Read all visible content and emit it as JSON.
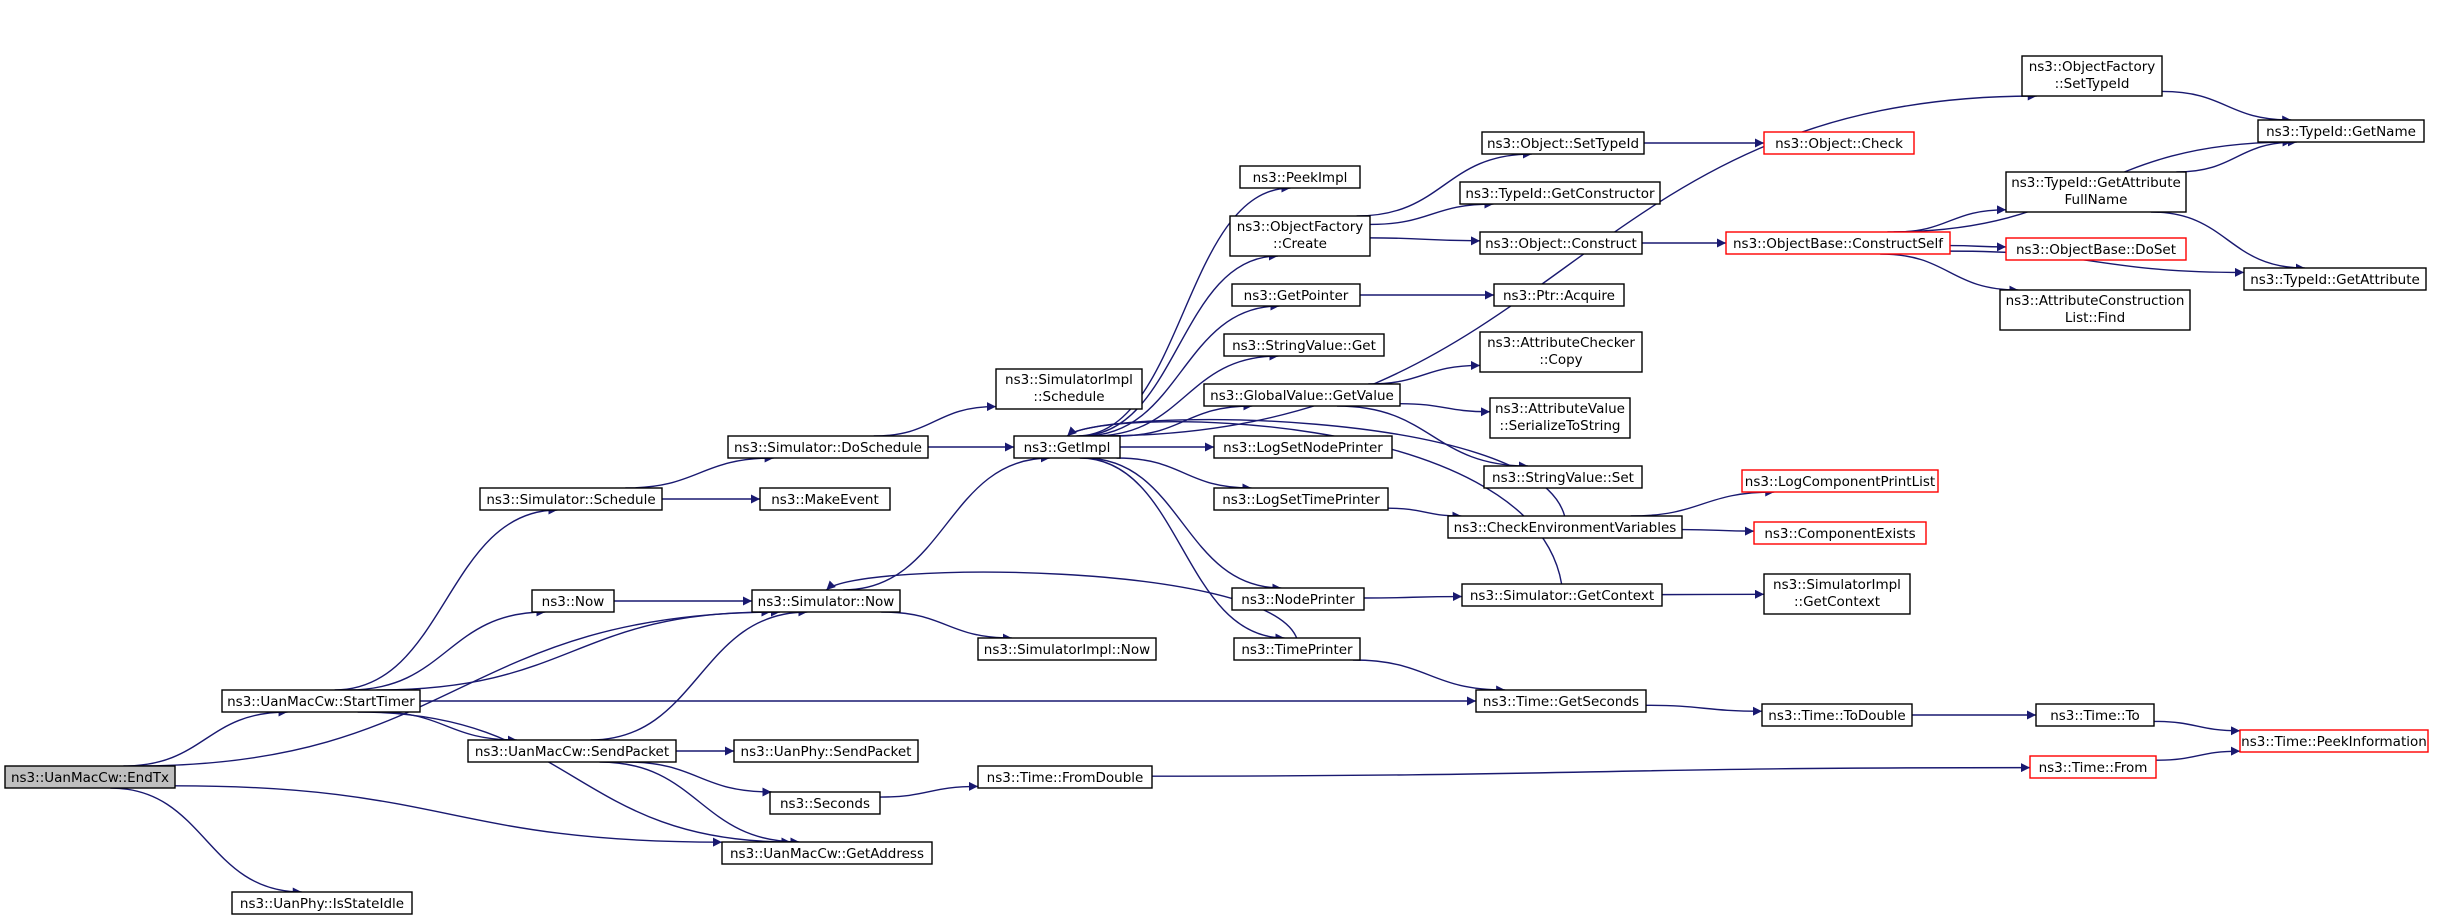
{
  "colors": {
    "edge": "#191970",
    "node_border": "#000000",
    "truncated_border": "#ff0000",
    "focus_fill": "#bfbfbf",
    "background": "#ffffff"
  },
  "nodes": [
    {
      "id": "EndTx",
      "lines": [
        "ns3::UanMacCw::EndTx"
      ],
      "style": "focus"
    },
    {
      "id": "StartTimer",
      "lines": [
        "ns3::UanMacCw::StartTimer"
      ],
      "style": "normal"
    },
    {
      "id": "IsStateIdle",
      "lines": [
        "ns3::UanPhy::IsStateIdle"
      ],
      "style": "normal"
    },
    {
      "id": "SimSchedule",
      "lines": [
        "ns3::Simulator::Schedule"
      ],
      "style": "normal"
    },
    {
      "id": "Now",
      "lines": [
        "ns3::Now"
      ],
      "style": "normal"
    },
    {
      "id": "SimNow",
      "lines": [
        "ns3::Simulator::Now"
      ],
      "style": "normal"
    },
    {
      "id": "SendPacket",
      "lines": [
        "ns3::UanMacCw::SendPacket"
      ],
      "style": "normal"
    },
    {
      "id": "GetAddress",
      "lines": [
        "ns3::UanMacCw::GetAddress"
      ],
      "style": "normal"
    },
    {
      "id": "DoSchedule",
      "lines": [
        "ns3::Simulator::DoSchedule"
      ],
      "style": "normal"
    },
    {
      "id": "MakeEvent",
      "lines": [
        "ns3::MakeEvent"
      ],
      "style": "normal"
    },
    {
      "id": "SimImplSchedule",
      "lines": [
        "ns3::SimulatorImpl",
        "::Schedule"
      ],
      "style": "normal"
    },
    {
      "id": "GetImpl",
      "lines": [
        "ns3::GetImpl"
      ],
      "style": "normal"
    },
    {
      "id": "SimImplNow",
      "lines": [
        "ns3::SimulatorImpl::Now"
      ],
      "style": "normal"
    },
    {
      "id": "PhySendPacket",
      "lines": [
        "ns3::UanPhy::SendPacket"
      ],
      "style": "normal"
    },
    {
      "id": "Seconds",
      "lines": [
        "ns3::Seconds"
      ],
      "style": "normal"
    },
    {
      "id": "FromDouble",
      "lines": [
        "ns3::Time::FromDouble"
      ],
      "style": "normal"
    },
    {
      "id": "PeekImpl",
      "lines": [
        "ns3::PeekImpl"
      ],
      "style": "normal"
    },
    {
      "id": "OFCreate",
      "lines": [
        "ns3::ObjectFactory",
        "::Create"
      ],
      "style": "normal"
    },
    {
      "id": "GetPointer",
      "lines": [
        "ns3::GetPointer"
      ],
      "style": "normal"
    },
    {
      "id": "StringValueGet",
      "lines": [
        "ns3::StringValue::Get"
      ],
      "style": "normal"
    },
    {
      "id": "GVGetValue",
      "lines": [
        "ns3::GlobalValue::GetValue"
      ],
      "style": "normal"
    },
    {
      "id": "LogSetNodePrinter",
      "lines": [
        "ns3::LogSetNodePrinter"
      ],
      "style": "normal"
    },
    {
      "id": "LogSetTimePrinter",
      "lines": [
        "ns3::LogSetTimePrinter"
      ],
      "style": "normal"
    },
    {
      "id": "NodePrinter",
      "lines": [
        "ns3::NodePrinter"
      ],
      "style": "normal"
    },
    {
      "id": "TimePrinter",
      "lines": [
        "ns3::TimePrinter"
      ],
      "style": "normal"
    },
    {
      "id": "OFSetTypeId",
      "lines": [
        "ns3::ObjectFactory",
        "::SetTypeId"
      ],
      "style": "normal"
    },
    {
      "id": "ObjSetTypeId",
      "lines": [
        "ns3::Object::SetTypeId"
      ],
      "style": "normal"
    },
    {
      "id": "TIGetConstructor",
      "lines": [
        "ns3::TypeId::GetConstructor"
      ],
      "style": "normal"
    },
    {
      "id": "ObjConstruct",
      "lines": [
        "ns3::Object::Construct"
      ],
      "style": "normal"
    },
    {
      "id": "PtrAcquire",
      "lines": [
        "ns3::Ptr::Acquire"
      ],
      "style": "normal"
    },
    {
      "id": "ACCopy",
      "lines": [
        "ns3::AttributeChecker",
        "::Copy"
      ],
      "style": "normal"
    },
    {
      "id": "AVSerialize",
      "lines": [
        "ns3::AttributeValue",
        "::SerializeToString"
      ],
      "style": "normal"
    },
    {
      "id": "SVSet",
      "lines": [
        "ns3::StringValue::Set"
      ],
      "style": "normal"
    },
    {
      "id": "CheckEnv",
      "lines": [
        "ns3::CheckEnvironmentVariables"
      ],
      "style": "normal"
    },
    {
      "id": "SimGetContext",
      "lines": [
        "ns3::Simulator::GetContext"
      ],
      "style": "normal"
    },
    {
      "id": "TimeGetSeconds",
      "lines": [
        "ns3::Time::GetSeconds"
      ],
      "style": "normal"
    },
    {
      "id": "ObjCheck",
      "lines": [
        "ns3::Object::Check"
      ],
      "style": "red"
    },
    {
      "id": "OBConstructSelf",
      "lines": [
        "ns3::ObjectBase::ConstructSelf"
      ],
      "style": "red"
    },
    {
      "id": "LogCompPrintList",
      "lines": [
        "ns3::LogComponentPrintList"
      ],
      "style": "red"
    },
    {
      "id": "ComponentExists",
      "lines": [
        "ns3::ComponentExists"
      ],
      "style": "red"
    },
    {
      "id": "SimImplGetContext",
      "lines": [
        "ns3::SimulatorImpl",
        "::GetContext"
      ],
      "style": "normal"
    },
    {
      "id": "TimeToDouble",
      "lines": [
        "ns3::Time::ToDouble"
      ],
      "style": "normal"
    },
    {
      "id": "TIGetName",
      "lines": [
        "ns3::TypeId::GetName"
      ],
      "style": "normal"
    },
    {
      "id": "TIGetAttrFullName",
      "lines": [
        "ns3::TypeId::GetAttribute",
        "FullName"
      ],
      "style": "normal"
    },
    {
      "id": "OBDoSet",
      "lines": [
        "ns3::ObjectBase::DoSet"
      ],
      "style": "red"
    },
    {
      "id": "ACLFind",
      "lines": [
        "ns3::AttributeConstruction",
        "List::Find"
      ],
      "style": "normal"
    },
    {
      "id": "TIGetAttribute",
      "lines": [
        "ns3::TypeId::GetAttribute"
      ],
      "style": "normal"
    },
    {
      "id": "TimeTo",
      "lines": [
        "ns3::Time::To"
      ],
      "style": "normal"
    },
    {
      "id": "TimeFrom",
      "lines": [
        "ns3::Time::From"
      ],
      "style": "red"
    },
    {
      "id": "TimePeekInfo",
      "lines": [
        "ns3::Time::PeekInformation"
      ],
      "style": "red"
    }
  ],
  "edges": [
    [
      "EndTx",
      "SimNow"
    ],
    [
      "EndTx",
      "StartTimer"
    ],
    [
      "EndTx",
      "GetAddress"
    ],
    [
      "EndTx",
      "IsStateIdle"
    ],
    [
      "StartTimer",
      "SimSchedule"
    ],
    [
      "StartTimer",
      "Now"
    ],
    [
      "StartTimer",
      "SimNow"
    ],
    [
      "StartTimer",
      "SendPacket"
    ],
    [
      "StartTimer",
      "GetAddress"
    ],
    [
      "StartTimer",
      "TimeGetSeconds"
    ],
    [
      "SimSchedule",
      "DoSchedule"
    ],
    [
      "SimSchedule",
      "MakeEvent"
    ],
    [
      "DoSchedule",
      "SimImplSchedule"
    ],
    [
      "DoSchedule",
      "GetImpl"
    ],
    [
      "Now",
      "SimNow"
    ],
    [
      "SimNow",
      "GetImpl"
    ],
    [
      "SimNow",
      "SimImplNow"
    ],
    [
      "SendPacket",
      "SimNow"
    ],
    [
      "SendPacket",
      "PhySendPacket"
    ],
    [
      "SendPacket",
      "Seconds"
    ],
    [
      "SendPacket",
      "GetAddress"
    ],
    [
      "Seconds",
      "FromDouble"
    ],
    [
      "FromDouble",
      "TimeFrom"
    ],
    [
      "GetImpl",
      "OFSetTypeId"
    ],
    [
      "GetImpl",
      "PeekImpl"
    ],
    [
      "GetImpl",
      "OFCreate"
    ],
    [
      "GetImpl",
      "GetPointer"
    ],
    [
      "GetImpl",
      "StringValueGet"
    ],
    [
      "GetImpl",
      "GVGetValue"
    ],
    [
      "GetImpl",
      "LogSetNodePrinter"
    ],
    [
      "GetImpl",
      "LogSetTimePrinter"
    ],
    [
      "GetImpl",
      "NodePrinter"
    ],
    [
      "GetImpl",
      "TimePrinter"
    ],
    [
      "OFSetTypeId",
      "TIGetName"
    ],
    [
      "OFCreate",
      "ObjSetTypeId"
    ],
    [
      "OFCreate",
      "TIGetConstructor"
    ],
    [
      "OFCreate",
      "ObjConstruct"
    ],
    [
      "ObjSetTypeId",
      "ObjCheck"
    ],
    [
      "ObjConstruct",
      "OBConstructSelf"
    ],
    [
      "GetPointer",
      "PtrAcquire"
    ],
    [
      "GVGetValue",
      "ACCopy"
    ],
    [
      "GVGetValue",
      "AVSerialize"
    ],
    [
      "GVGetValue",
      "SVSet"
    ],
    [
      "LogSetTimePrinter",
      "CheckEnv"
    ],
    [
      "CheckEnv",
      "GetImpl"
    ],
    [
      "CheckEnv",
      "LogCompPrintList"
    ],
    [
      "CheckEnv",
      "ComponentExists"
    ],
    [
      "NodePrinter",
      "SimGetContext"
    ],
    [
      "SimGetContext",
      "GetImpl"
    ],
    [
      "SimGetContext",
      "SimImplGetContext"
    ],
    [
      "TimePrinter",
      "SimNow"
    ],
    [
      "TimePrinter",
      "TimeGetSeconds"
    ],
    [
      "TimeGetSeconds",
      "TimeToDouble"
    ],
    [
      "TimeToDouble",
      "TimeTo"
    ],
    [
      "TimeTo",
      "TimePeekInfo"
    ],
    [
      "TimeFrom",
      "TimePeekInfo"
    ],
    [
      "OBConstructSelf",
      "TIGetName"
    ],
    [
      "OBConstructSelf",
      "TIGetAttrFullName"
    ],
    [
      "OBConstructSelf",
      "OBDoSet"
    ],
    [
      "OBConstructSelf",
      "ACLFind"
    ],
    [
      "OBConstructSelf",
      "TIGetAttribute"
    ],
    [
      "TIGetAttrFullName",
      "TIGetName"
    ],
    [
      "TIGetAttrFullName",
      "TIGetAttribute"
    ]
  ]
}
